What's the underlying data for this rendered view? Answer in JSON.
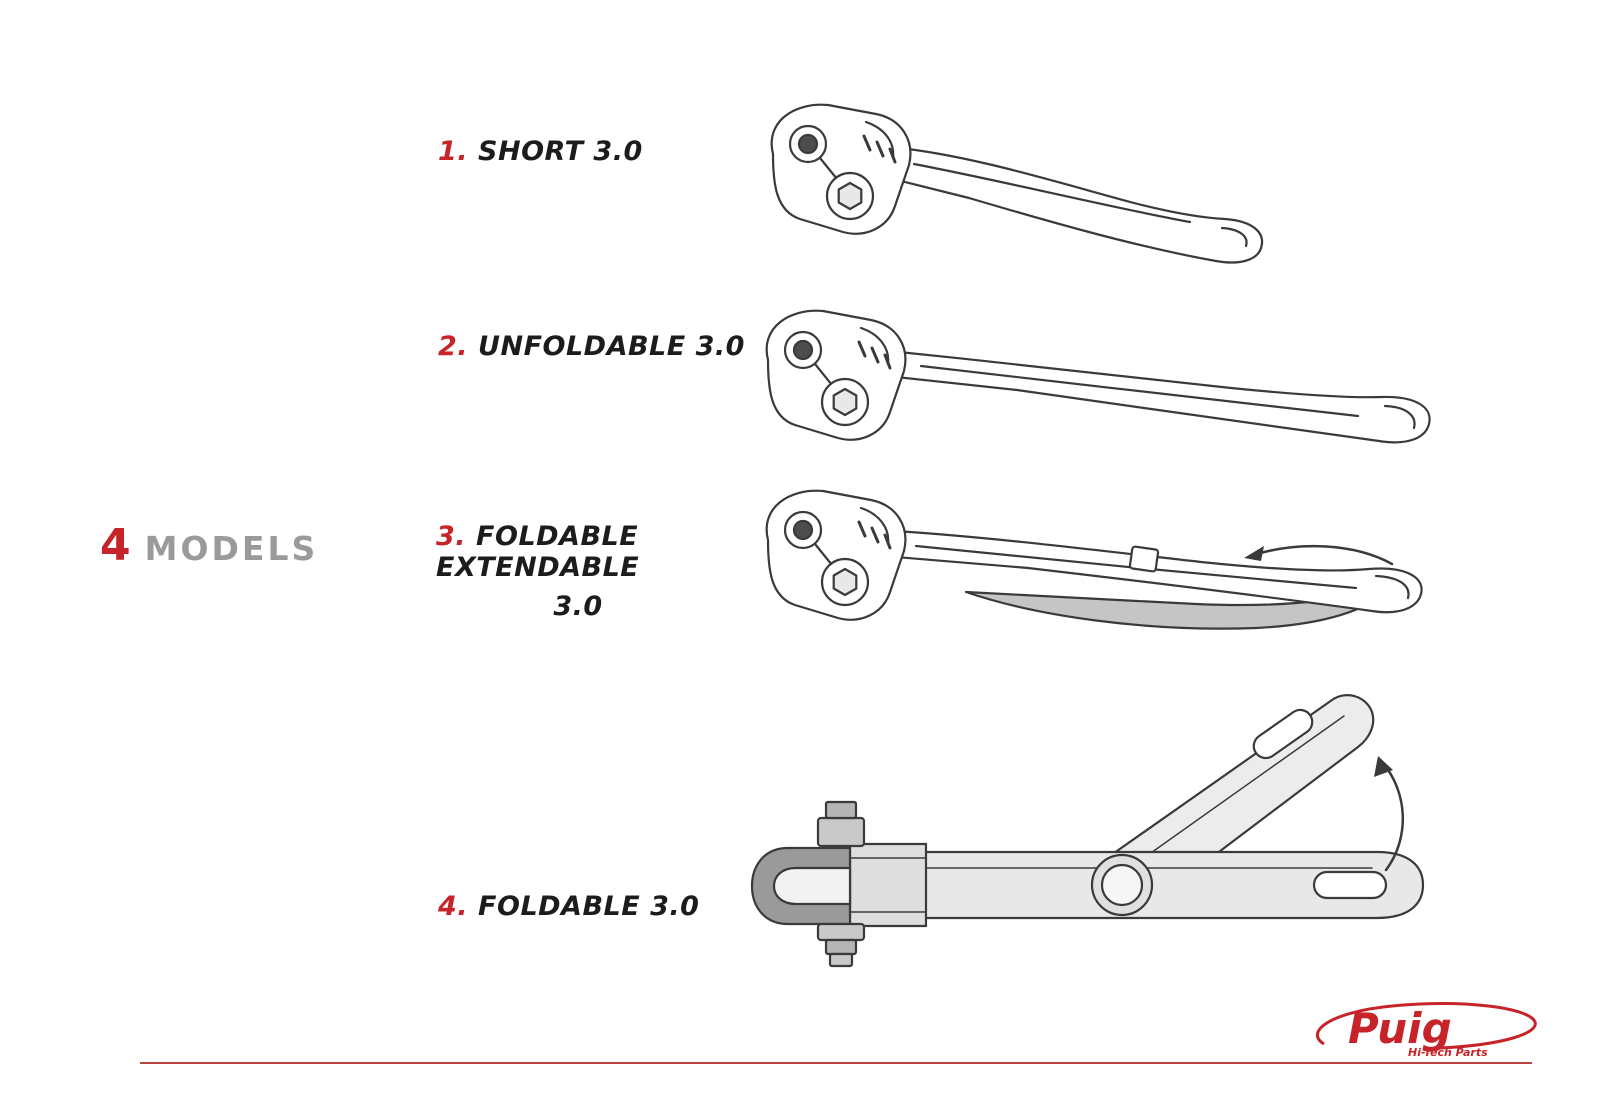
{
  "page": {
    "background": "#ffffff",
    "colors": {
      "accent_red": "#c7242a",
      "muted_gray": "#9a9a9a",
      "sketch_stroke": "#3a3a3a",
      "extension_fill": "#c5c5c5",
      "rule_red": "#bc4440"
    }
  },
  "heading": {
    "count": "4",
    "label": "MODELS"
  },
  "models": [
    {
      "number": "1.",
      "name": "SHORT 3.0",
      "illustration": "short-lever-side-view"
    },
    {
      "number": "2.",
      "name": "UNFOLDABLE 3.0",
      "illustration": "unfoldable-lever-side-view"
    },
    {
      "number": "3.",
      "name": "FOLDABLE EXTENDABLE",
      "name_line2": "3.0",
      "illustration": "foldable-extendable-lever-side-view-with-extend-arrow"
    },
    {
      "number": "4.",
      "name": "FOLDABLE 3.0",
      "illustration": "foldable-lever-top-view-folded-with-fold-arrow"
    }
  ],
  "footer": {
    "brand": "Puig",
    "tagline": "Hi-Tech Parts"
  }
}
